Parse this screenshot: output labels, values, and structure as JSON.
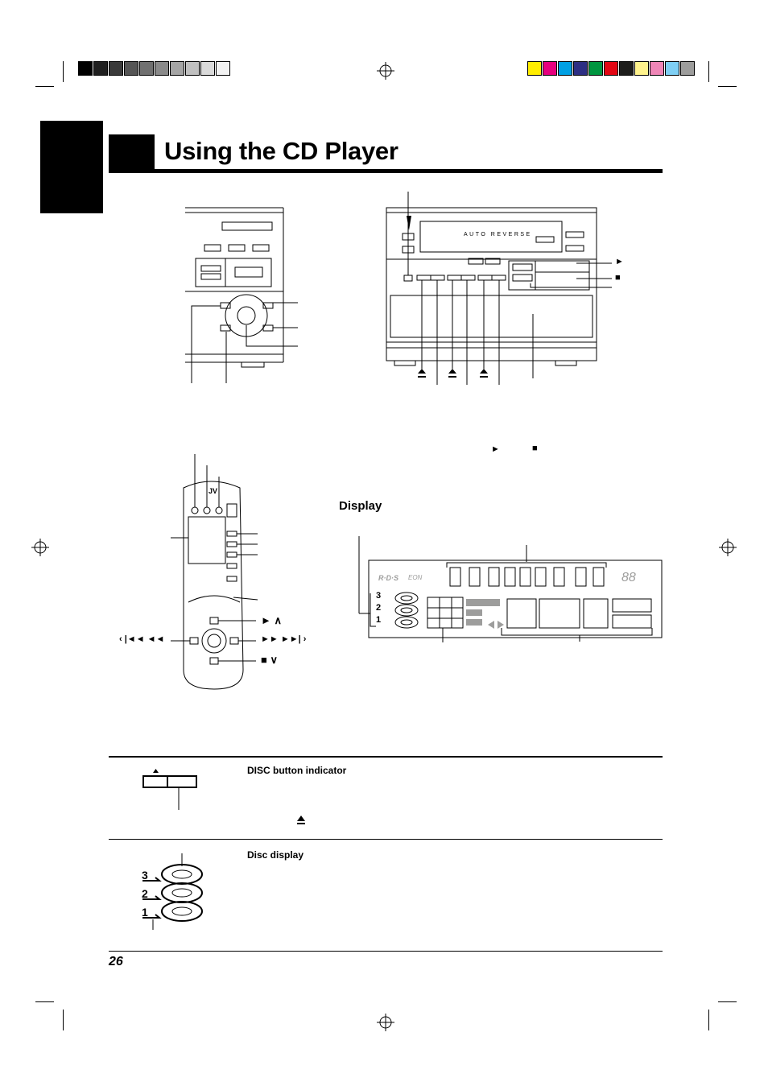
{
  "page": {
    "title": "Using the CD Player",
    "page_number": "26"
  },
  "sections": {
    "display_heading": "Display"
  },
  "unit": {
    "tape_window_text": "AUTO REVERSE"
  },
  "symbols": {
    "play_glyph": "►",
    "stop_glyph": "■",
    "eject_glyph": "▲",
    "up_chevron": "∧",
    "down_chevron": "∨",
    "left_chevron": "‹",
    "right_chevron": "›",
    "prev_skip": "|◄◄ ◄◄",
    "next_skip": "►► ►►|",
    "remote_brand": "JV",
    "display_rds": "R·D·S",
    "display_eon": "EON",
    "display_seg": "88"
  },
  "disc_numbers": [
    "3",
    "2",
    "1"
  ],
  "bottom_rows": [
    {
      "heading": "DISC button indicator"
    },
    {
      "heading": "Disc display"
    }
  ],
  "colors": {
    "swatches": [
      "#ffed00",
      "#e6007e",
      "#00a0e3",
      "#2d2e83",
      "#009640",
      "#e30613",
      "#1d1d1b",
      "#fff38d",
      "#ef86b7",
      "#7fcff4",
      "#9d9d9c"
    ],
    "grays": [
      "#000000",
      "#1f1f1f",
      "#3a3a3a",
      "#555555",
      "#707070",
      "#8a8a8a",
      "#a5a5a5",
      "#c0c0c0",
      "#dadada",
      "#f2f2f2"
    ]
  }
}
